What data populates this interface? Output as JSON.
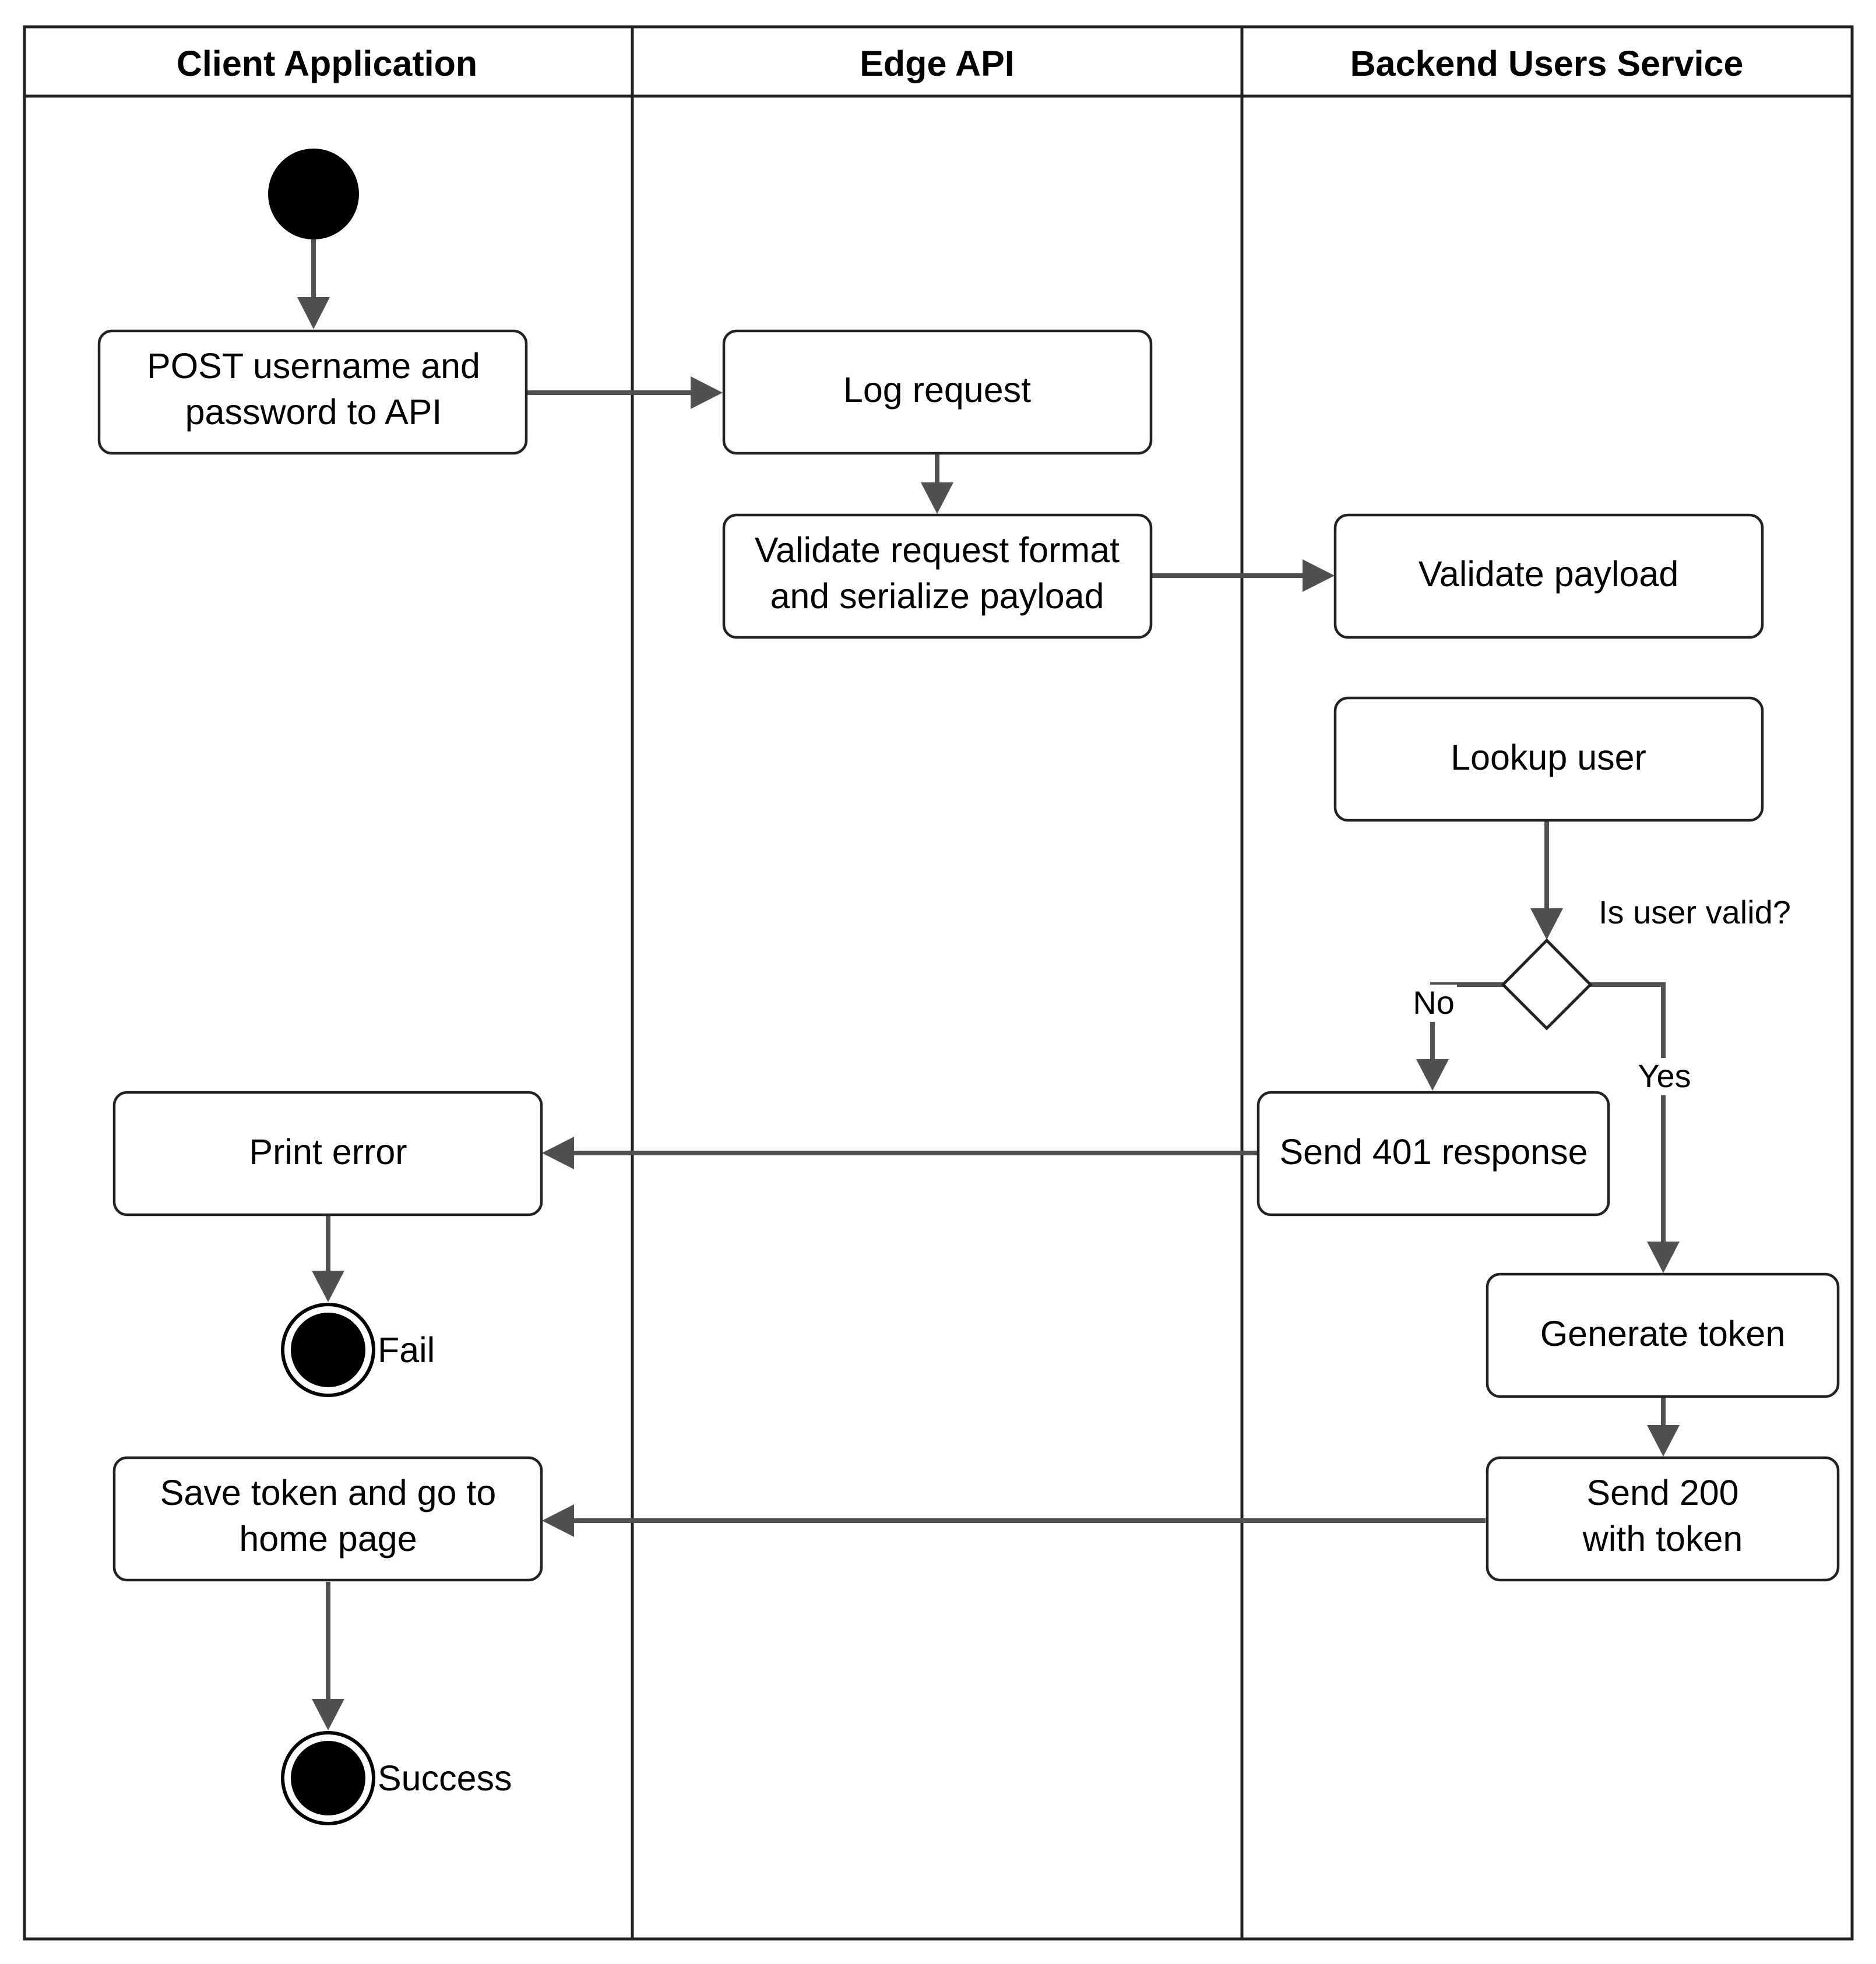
{
  "swimlanes": [
    {
      "title": "Client Application"
    },
    {
      "title": "Edge API"
    },
    {
      "title": "Backend Users Service"
    }
  ],
  "nodes": {
    "post": {
      "lines": [
        "POST username and",
        "password to API"
      ]
    },
    "log": {
      "lines": [
        "Log request"
      ]
    },
    "validate_format": {
      "lines": [
        "Validate request format",
        "and serialize payload"
      ]
    },
    "validate_payload": {
      "lines": [
        "Validate payload"
      ]
    },
    "lookup": {
      "lines": [
        "Lookup user"
      ]
    },
    "send401": {
      "lines": [
        "Send 401 response"
      ]
    },
    "print_error": {
      "lines": [
        "Print error"
      ]
    },
    "generate_token": {
      "lines": [
        "Generate token"
      ]
    },
    "send200": {
      "lines": [
        "Send 200",
        "with token"
      ]
    },
    "save_token": {
      "lines": [
        "Save token and go to",
        "home page"
      ]
    }
  },
  "decision": {
    "label": "Is user valid?",
    "no_label": "No",
    "yes_label": "Yes"
  },
  "end_nodes": {
    "fail_label": "Fail",
    "success_label": "Success"
  },
  "colors": {
    "flow": "#505050",
    "node_fill": "#000000",
    "border": "#222222"
  }
}
